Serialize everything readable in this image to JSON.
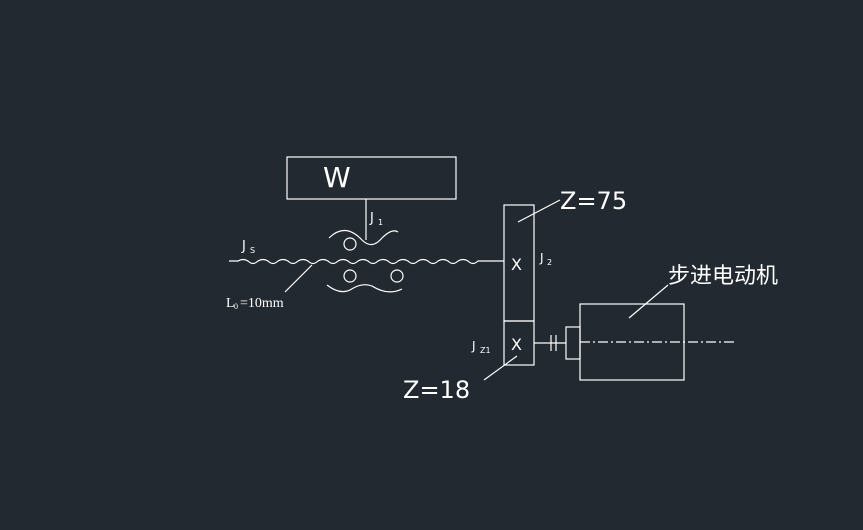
{
  "background": "#222930",
  "stroke_color": "#ffffff",
  "labels": {
    "load": "W",
    "j1": "J",
    "j1_sub": "1",
    "js": "J",
    "js_sub": "S",
    "lead": "L",
    "lead_sub": "0",
    "lead_value": "=10mm",
    "j2": "J",
    "j2_sub": "2",
    "jz1": "J",
    "jz1_sub": "Z1",
    "gear_big": "Z=75",
    "gear_small": "Z=18",
    "motor": "步进电动机",
    "gear_big_mark": "X",
    "gear_small_mark": "X"
  }
}
